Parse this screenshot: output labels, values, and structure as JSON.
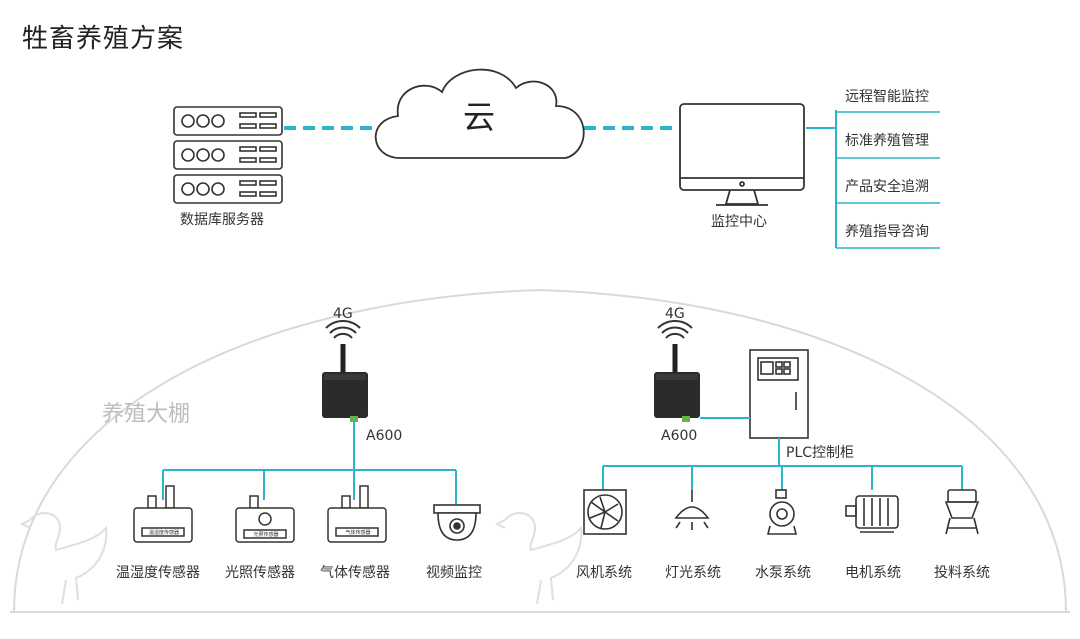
{
  "title": "牲畜养殖方案",
  "cloud_label": "云",
  "server_label": "数据库服务器",
  "monitor_label": "监控中心",
  "monitor_functions": [
    "远程智能监控",
    "标准养殖管理",
    "产品安全追溯",
    "养殖指导咨询"
  ],
  "greenhouse_label": "养殖大棚",
  "gateways": [
    {
      "signal": "4G",
      "model": "A600"
    },
    {
      "signal": "4G",
      "model": "A600"
    }
  ],
  "plc_label": "PLC控制柜",
  "sensors": [
    {
      "label": "温湿度传感器",
      "tag": "温湿度传感器"
    },
    {
      "label": "光照传感器",
      "tag": "光照传感器"
    },
    {
      "label": "气体传感器",
      "tag": "气体传感器"
    },
    {
      "label": "视频监控"
    }
  ],
  "actuators": [
    {
      "label": "风机系统"
    },
    {
      "label": "灯光系统"
    },
    {
      "label": "水泵系统"
    },
    {
      "label": "电机系统"
    },
    {
      "label": "投料系统"
    }
  ],
  "colors": {
    "accent": "#2ab8c8",
    "line": "#29b6c9",
    "device": "#333333",
    "greenhouse": "#d8d8d8",
    "chicken": "#dcdcdc"
  }
}
